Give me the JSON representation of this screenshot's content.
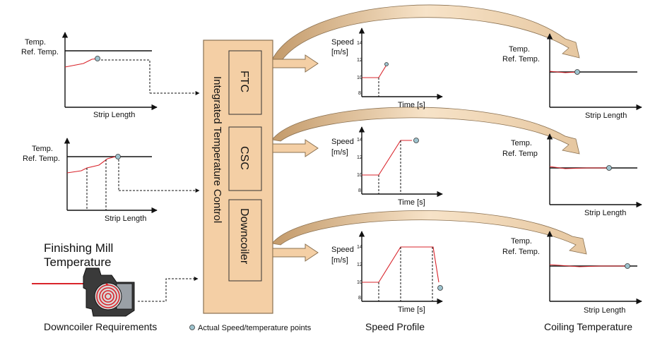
{
  "colors": {
    "box_fill": "#F4CFA5",
    "box_stroke": "#8a7050",
    "red": "#D9242B",
    "dot": "#9EC3CE",
    "arc_light": "#F7E3C8",
    "arc_dark": "#C39A6A"
  },
  "left_plots": {
    "p1": {
      "ylabel1": "Temp.",
      "ylabel2": "Ref. Temp.",
      "xlabel": "Strip Length"
    },
    "p2": {
      "ylabel1": "Temp.",
      "ylabel2": "Ref. Temp.",
      "xlabel": "Strip Length"
    }
  },
  "finishing": {
    "line1": "Finishing Mill",
    "line2": "Temperature"
  },
  "downcoiler_caption": "Downcoiler Requirements",
  "control": {
    "title": "Integrated Temperature Control",
    "boxes": [
      "FTC",
      "CSC",
      "Downcoiler"
    ]
  },
  "speed_plots": {
    "p1": {
      "ylabel1": "Speed",
      "ylabel2": "[m/s]",
      "xlabel": "Time [s]",
      "ticks": [
        "14",
        "12",
        "10",
        "8"
      ]
    },
    "p2": {
      "ylabel1": "Speed",
      "ylabel2": "[m/s]",
      "xlabel": "Time [s]",
      "ticks": [
        "14",
        "12",
        "10",
        "8"
      ]
    },
    "p3": {
      "ylabel1": "Speed",
      "ylabel2": "[m/s]",
      "xlabel": "Time [s]",
      "ticks": [
        "14",
        "12",
        "10",
        "8"
      ]
    }
  },
  "coil_plots": {
    "p1": {
      "ylabel1": "Temp.",
      "ylabel2": "Ref. Temp.",
      "xlabel": "Strip Length"
    },
    "p2": {
      "ylabel1": "Temp.",
      "ylabel2": "Ref. Temp",
      "xlabel": "Strip Length"
    },
    "p3": {
      "ylabel1": "Temp.",
      "ylabel2": "Ref. Temp.",
      "xlabel": "Strip Length"
    }
  },
  "legend_text": "Actual Speed/temperature points",
  "captions": {
    "speed": "Speed Profile",
    "coiling": "Coiling Temperature"
  }
}
